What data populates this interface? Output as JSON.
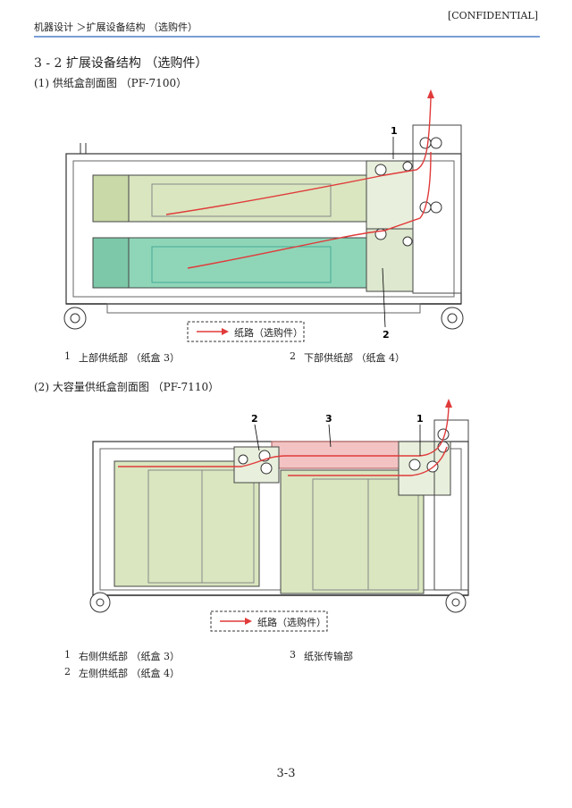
{
  "header": {
    "breadcrumb": "机器设计 ＞扩展设备结构 （选购件）",
    "confidential": "[CONFIDENTIAL]"
  },
  "section": {
    "title": "3 - 2 扩展设备结构 （选购件）"
  },
  "figure1": {
    "title": "(1) 供纸盒剖面图 （PF-7100）",
    "callouts": [
      "1",
      "2"
    ],
    "paper_path_label": "纸路（选购件）",
    "legend": [
      {
        "num": "1",
        "text": "上部供纸部 （纸盒 3）"
      },
      {
        "num": "2",
        "text": "下部供纸部 （纸盒 4）"
      }
    ]
  },
  "figure2": {
    "title": "(2) 大容量供纸盒剖面图 （PF-7110）",
    "callouts": [
      "2",
      "3",
      "1"
    ],
    "paper_path_label": "纸路（选购件）",
    "legend": [
      {
        "num": "1",
        "text": "右侧供纸部 （纸盒 3）"
      },
      {
        "num": "2",
        "text": "左侧供纸部 （纸盒 4）"
      },
      {
        "num": "3",
        "text": "纸张传输部"
      }
    ]
  },
  "footer": {
    "page_number": "3-3"
  },
  "colors": {
    "header_rule": "#7a9ed6",
    "green_fill": "#d9e6bf",
    "teal_fill": "#8fd6b8",
    "pink_fill": "#f3c3c3",
    "paper_path": "#e03a3a"
  }
}
